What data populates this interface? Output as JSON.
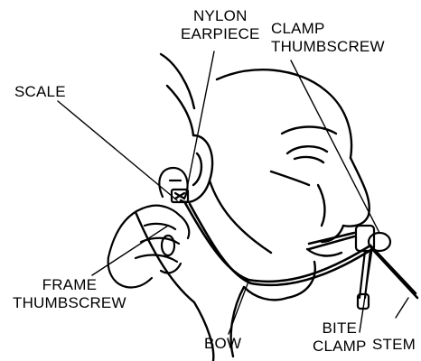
{
  "colors": {
    "ink": "#000000",
    "paper": "#ffffff"
  },
  "labels": {
    "nylon": "NYLON",
    "earpiece": "EARPIECE",
    "clamp": "CLAMP",
    "clamp_thumbscrew": "THUMBSCREW",
    "scale": "SCALE",
    "frame": "FRAME",
    "frame_thumbscrew": "THUMBSCREW",
    "bow": "BOW",
    "bite": "BITE",
    "bite_clamp": "CLAMP",
    "stem": "STEM"
  }
}
